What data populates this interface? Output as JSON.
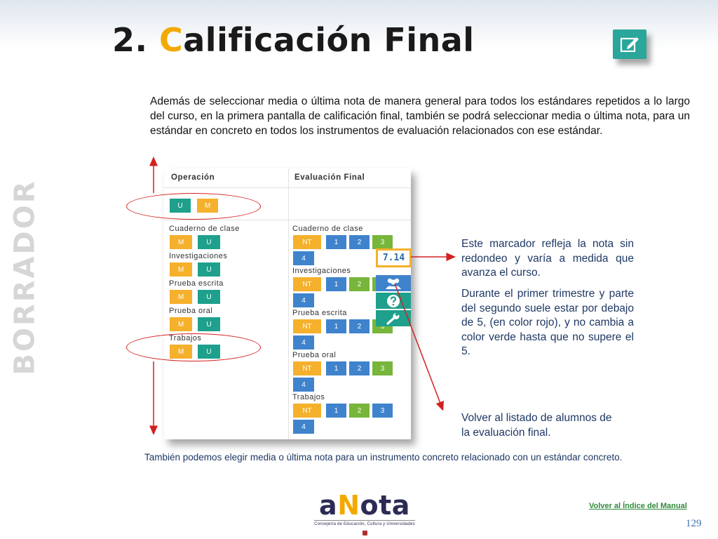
{
  "page": {
    "title_first": "2. ",
    "title_highlight": "C",
    "title_rest": "alificación Final",
    "watermark": "BORRADOR",
    "intro": "Además de seleccionar media o última nota de manera general para todos los estándares repetidos a lo largo del curso, en la primera pantalla de calificación final, también se podrá seleccionar media o última nota, para un estándar en concreto  en todos los instrumentos de evaluación relacionados con ese estándar.",
    "note_marker": "Este marcador refleja la nota sin redondeo y varía a medida que avanza el curso.",
    "note_color": "Durante el primer trimestre y parte del segundo  suele estar por debajo de 5, (en color rojo), y no cambia a color verde hasta que no supere el 5.",
    "note_back": "Volver al listado de alumnos de la evaluación final.",
    "footer": "También podemos elegir media o última nota para un instrumento concreto relacionado con un estándar concreto.",
    "back_link": "Volver al  Índice del  Manual",
    "page_number": "129",
    "logo_word_a": "a",
    "logo_word_n": "N",
    "logo_word_rest": "ota",
    "logo_sub": "Consejería de Educación, Cultura y Universidades"
  },
  "panel": {
    "col_operacion": "Operación",
    "col_evaluacion": "Evaluación Final",
    "general_u": "U",
    "general_m": "M",
    "left_items": [
      {
        "label": "Cuaderno de clase",
        "b1": "M",
        "b2": "U"
      },
      {
        "label": "Investigaciones",
        "b1": "M",
        "b2": "U"
      },
      {
        "label": "Prueba escrita",
        "b1": "M",
        "b2": "U"
      },
      {
        "label": "Prueba oral",
        "b1": "M",
        "b2": "U"
      },
      {
        "label": "Trabajos",
        "b1": "M",
        "b2": "U"
      }
    ],
    "right_items": [
      {
        "label": "Cuaderno de clase",
        "nt": "NT",
        "n1": "1",
        "n2": "2",
        "n3": "3",
        "n4": "4"
      },
      {
        "label": "Investigaciones",
        "nt": "NT",
        "n1": "1",
        "n2": "2",
        "n3": "3",
        "n4": "4"
      },
      {
        "label": "Prueba escrita",
        "nt": "NT",
        "n1": "1",
        "n2": "2",
        "n3": "3",
        "n4": "4"
      },
      {
        "label": "Prueba oral",
        "nt": "NT",
        "n1": "1",
        "n2": "2",
        "n3": "3",
        "n4": "4"
      },
      {
        "label": "Trabajos",
        "nt": "NT",
        "n1": "1",
        "n2": "2",
        "n3": "3",
        "n4": "4"
      }
    ],
    "score": "7.14"
  },
  "colors": {
    "orange": "#f5b02c",
    "teal": "#1ea08c",
    "blue": "#3f83cc",
    "green": "#77b53b",
    "red": "#d42020",
    "title_accent": "#f2a900"
  },
  "icons": [
    "edit-icon",
    "users-icon",
    "help-icon",
    "wrench-icon"
  ]
}
